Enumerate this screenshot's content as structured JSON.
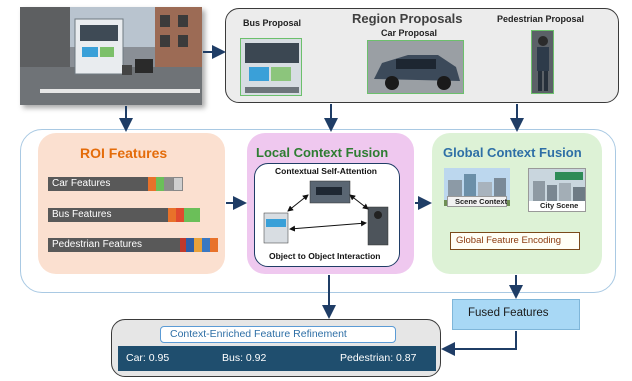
{
  "region_proposals": {
    "title": "Region Proposals",
    "bus_label": "Bus Proposal",
    "car_label": "Car Proposal",
    "pedestrian_label": "Pedestrian Proposal"
  },
  "roi": {
    "title": "ROI Features",
    "car": "Car Features",
    "bus": "Bus Features",
    "pedestrian": "Pedestrian Features"
  },
  "local": {
    "title": "Local Context Fusion",
    "self_attention": "Contextual Self-Attention",
    "interaction": "Object to Object Interaction"
  },
  "global": {
    "title": "Global Context Fusion",
    "scene_context": "Scene Context",
    "city_scene": "City Scene",
    "encoding": "Global Feature Encoding"
  },
  "fused": "Fused Features",
  "refinement": {
    "title": "Context-Enriched Feature Refinement",
    "car": "Car: 0.95",
    "bus": "Bus:  0.92",
    "pedestrian": "Pedestrian: 0.87"
  },
  "colors": {
    "roi_title": "#e46c0a",
    "local_title": "#2e7d32",
    "global_title": "#2e6fa6",
    "arrow": "#1f3d66",
    "score_bg": "#1f4e6e"
  }
}
